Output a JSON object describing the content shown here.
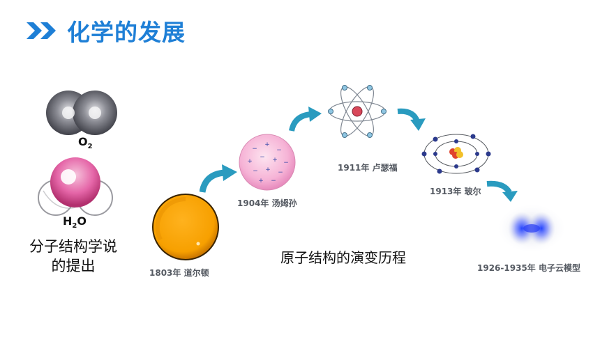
{
  "header": {
    "title": "化学的发展",
    "icon": "double-chevron-right-icon",
    "accent": "#1e7fd6"
  },
  "molecules": {
    "o2_formula": {
      "main": "O",
      "sub": "2"
    },
    "h2o_formula": {
      "pre": "H",
      "sub": "2",
      "post": "O"
    },
    "caption_line1": "分子结构学说",
    "caption_line2": "的提出"
  },
  "timeline": {
    "heading": "原子结构的演变历程",
    "models": [
      {
        "label": "1803年 道尔顿",
        "icon": "solid-sphere-atom-icon"
      },
      {
        "label": "1904年 汤姆孙",
        "icon": "plum-pudding-atom-icon"
      },
      {
        "label": "1911年 卢瑟福",
        "icon": "nuclear-atom-icon"
      },
      {
        "label": "1913年 玻尔",
        "icon": "bohr-atom-icon"
      },
      {
        "label": "1926-1935年 电子云模型",
        "icon": "electron-cloud-icon"
      }
    ]
  }
}
